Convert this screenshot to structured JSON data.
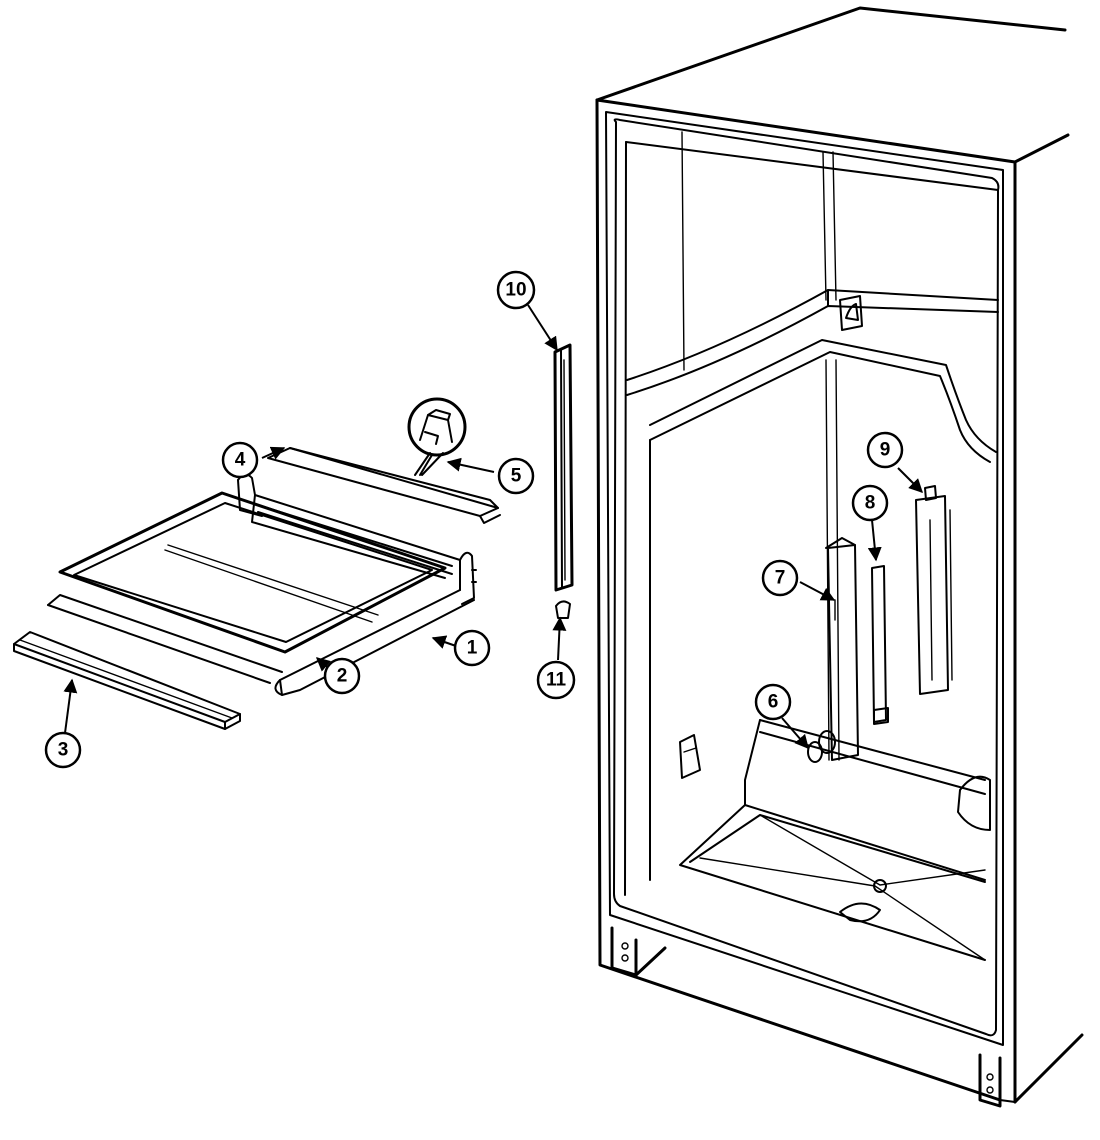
{
  "callouts": [
    {
      "id": "callout-1",
      "label": "1"
    },
    {
      "id": "callout-2",
      "label": "2"
    },
    {
      "id": "callout-3",
      "label": "3"
    },
    {
      "id": "callout-4",
      "label": "4"
    },
    {
      "id": "callout-5",
      "label": "5"
    },
    {
      "id": "callout-6",
      "label": "6"
    },
    {
      "id": "callout-7",
      "label": "7"
    },
    {
      "id": "callout-8",
      "label": "8"
    },
    {
      "id": "callout-9",
      "label": "9"
    },
    {
      "id": "callout-10",
      "label": "10"
    },
    {
      "id": "callout-11",
      "label": "11"
    }
  ]
}
